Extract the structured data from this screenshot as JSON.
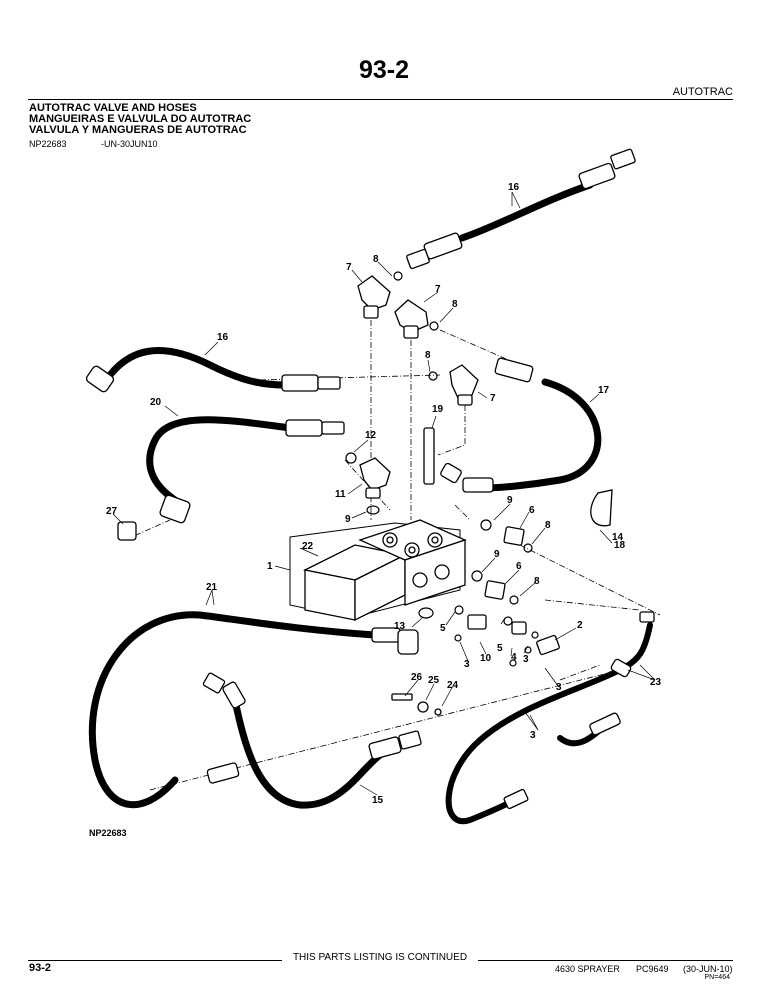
{
  "header": {
    "page_number": "93-2",
    "section_name": "AUTOTRAC",
    "title_lines": [
      "AUTOTRAC VALVE AND HOSES",
      "MANGUEIRAS E VALVULA DO AUTOTRAC",
      "VALVULA Y MANGUERAS DE AUTOTRAC"
    ],
    "reference_id": "NP22683",
    "reference_date": "-UN-30JUN10"
  },
  "diagram": {
    "figure_id": "NP22683",
    "callouts": [
      "1",
      "2",
      "3",
      "3",
      "3",
      "3",
      "4",
      "5",
      "5",
      "6",
      "6",
      "7",
      "7",
      "7",
      "8",
      "8",
      "8",
      "8",
      "8",
      "9",
      "9",
      "9",
      "10",
      "11",
      "12",
      "13",
      "14",
      "15",
      "16",
      "16",
      "17",
      "18",
      "19",
      "20",
      "21",
      "22",
      "23",
      "24",
      "25",
      "26",
      "27"
    ]
  },
  "footer": {
    "continued_note": "THIS PARTS LISTING IS CONTINUED",
    "page_number": "93-2",
    "model": "4630 SPRAYER",
    "catalog": "PC9649",
    "date": "(30-JUN-10)",
    "pn": "PN=464"
  }
}
